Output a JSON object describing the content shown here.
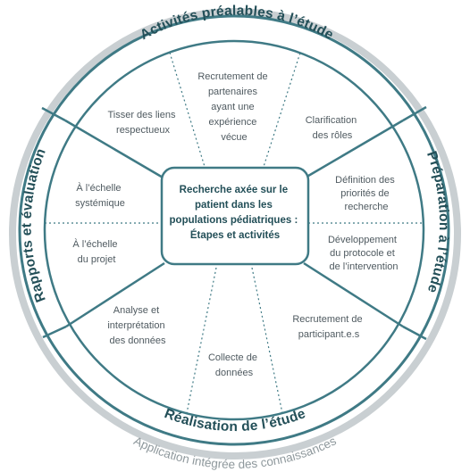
{
  "colors": {
    "teal": "#3f7a85",
    "teal_dark": "#234f58",
    "grey_ring": "#c9cfd2",
    "segment_text": "#4f5a60",
    "outer_text": "#8f999d"
  },
  "center": {
    "lines": [
      "Recherche axée sur le",
      "patient dans les",
      "populations pédiatriques :",
      "Étapes et activités"
    ]
  },
  "phases": {
    "top": "Activités préalables à l’étude",
    "right": "Préparation à l’étude",
    "bottom": "Réalisation de l’étude",
    "left": "Rapports et évaluation"
  },
  "outer_ring": {
    "label": "Application intégrée des connaissances"
  },
  "segments": {
    "recrutement_partenaires": [
      "Recrutement de",
      "partenaires",
      "ayant une",
      "expérience",
      "vécue"
    ],
    "tisser_liens": [
      "Tisser des liens",
      "respectueux"
    ],
    "clarification_roles": [
      "Clarification",
      "des rôles"
    ],
    "definition_priorites": [
      "Définition des",
      "priorités de",
      "recherche"
    ],
    "developpement_protocole": [
      "Développement",
      "du protocole et",
      "de l’intervention"
    ],
    "recrutement_participants": [
      "Recrutement de",
      "participant.e.s"
    ],
    "collecte_donnees": [
      "Collecte de",
      "données"
    ],
    "analyse_donnees": [
      "Analyse et",
      "interprétation",
      "des données"
    ],
    "echelle_projet": [
      "À l’échelle",
      "du projet"
    ],
    "echelle_systemique": [
      "À l’échelle",
      "systémique"
    ]
  }
}
